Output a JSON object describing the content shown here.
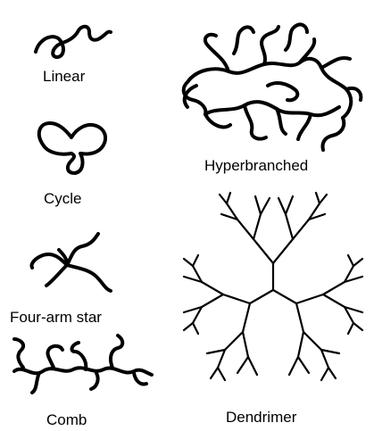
{
  "figure": {
    "labels": {
      "linear": "Linear",
      "cycle": "Cycle",
      "four_arm_star": "Four-arm star",
      "comb": "Comb",
      "hyperbranched": "Hyperbranched",
      "dendrimer": "Dendrimer"
    },
    "colors": {
      "ink": "#000000",
      "background": "#ffffff"
    }
  }
}
